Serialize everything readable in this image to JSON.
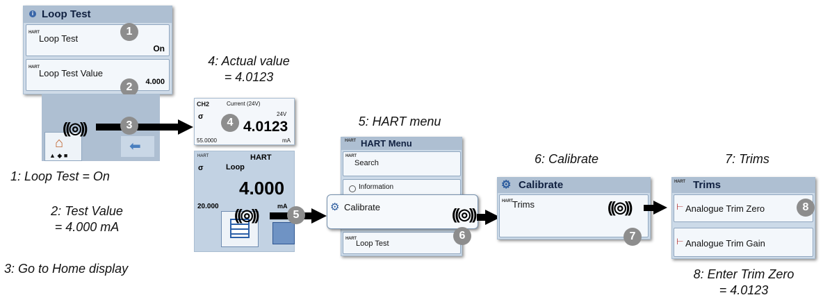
{
  "captions": {
    "actual_value_line1": "4: Actual value",
    "actual_value_line2": "= 4.0123",
    "hart_menu": "5: HART menu",
    "calibrate": "6: Calibrate",
    "trims": "7: Trims",
    "loop_test_on": "1: Loop Test = On",
    "test_value_line1": "2: Test Value",
    "test_value_line2": "= 4.000 mA",
    "home_display": "3: Go to Home display",
    "enter_trim_line1": "8: Enter Trim Zero",
    "enter_trim_line2": "= 4.0123"
  },
  "badges": [
    "1",
    "2",
    "3",
    "4",
    "5",
    "6",
    "7",
    "8"
  ],
  "icons": {
    "wave": "((◎))",
    "hart": "HART"
  },
  "loop_test_panel": {
    "title": "Loop Test",
    "item1_label": "Loop Test",
    "item1_value": "On",
    "item2_label": "Loop Test Value",
    "item2_value": "4.000"
  },
  "home_display": {
    "ch2_label": "CH2",
    "ch2_title": "Current (24V)",
    "ch2_unit": "24V",
    "ch2_value": "4.0123",
    "ch2_min": "55.0000",
    "ch2_min_unit": "mA",
    "hart_label": "HART",
    "hart_tag": "HART",
    "loop_label": "Loop",
    "hart_value": "4.000",
    "hart_min": "20.000",
    "hart_unit": "mA"
  },
  "hart_menu": {
    "title": "HART Menu",
    "items": [
      "Search",
      "Information",
      "Calibrate",
      "Loop Test"
    ]
  },
  "calibrate_menu": {
    "title": "Calibrate",
    "items": [
      "Trims"
    ]
  },
  "trims_menu": {
    "title": "Trims",
    "items": [
      "Analogue Trim Zero",
      "Analogue Trim Gain"
    ]
  },
  "colors": {
    "panel_bg": "#dfe9f3",
    "header_bg": "#aebfd2",
    "badge": "#8d8d8d",
    "arrow": "#000000"
  }
}
